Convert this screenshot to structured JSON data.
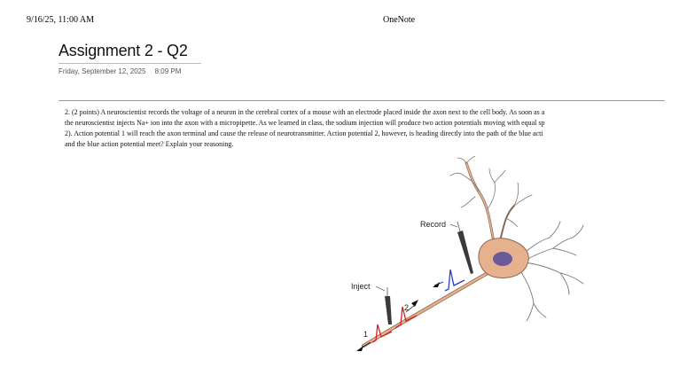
{
  "print_header": {
    "datetime": "9/16/25, 11:00 AM",
    "app": "OneNote"
  },
  "page": {
    "title": "Assignment 2 - Q2",
    "date": "Friday, September 12, 2025",
    "time": "8:09 PM"
  },
  "question": {
    "lines": [
      "2. (2 points) A neuroscientist records the voltage of a neuron in the cerebral cortex of a mouse with an electrode placed inside the axon next to the cell body.  As soon as a",
      "the neuroscientist injects Na+ ion into the axon with a micropipette.  As we learned in class, the sodium injection will produce two action potentials moving with equal sp",
      "2).  Action potential 1 will reach the axon terminal and cause the release of neurotransmitter.  Action potential 2, however, is heading directly into the path of the blue acti",
      "and the blue action potential meet? Explain your reasoning."
    ]
  },
  "figure": {
    "labels": {
      "record": "Record",
      "inject": "Inject",
      "ap1": "1",
      "ap2": "2"
    },
    "colors": {
      "neuron_fill": "#e8b18e",
      "neuron_outline": "#8a6a55",
      "nucleus": "#6a5a9a",
      "dendrite": "#7a7a7a",
      "blue_ap": "#2a3cc8",
      "red_ap": "#d42020",
      "electrode": "#3a3a3a"
    }
  }
}
